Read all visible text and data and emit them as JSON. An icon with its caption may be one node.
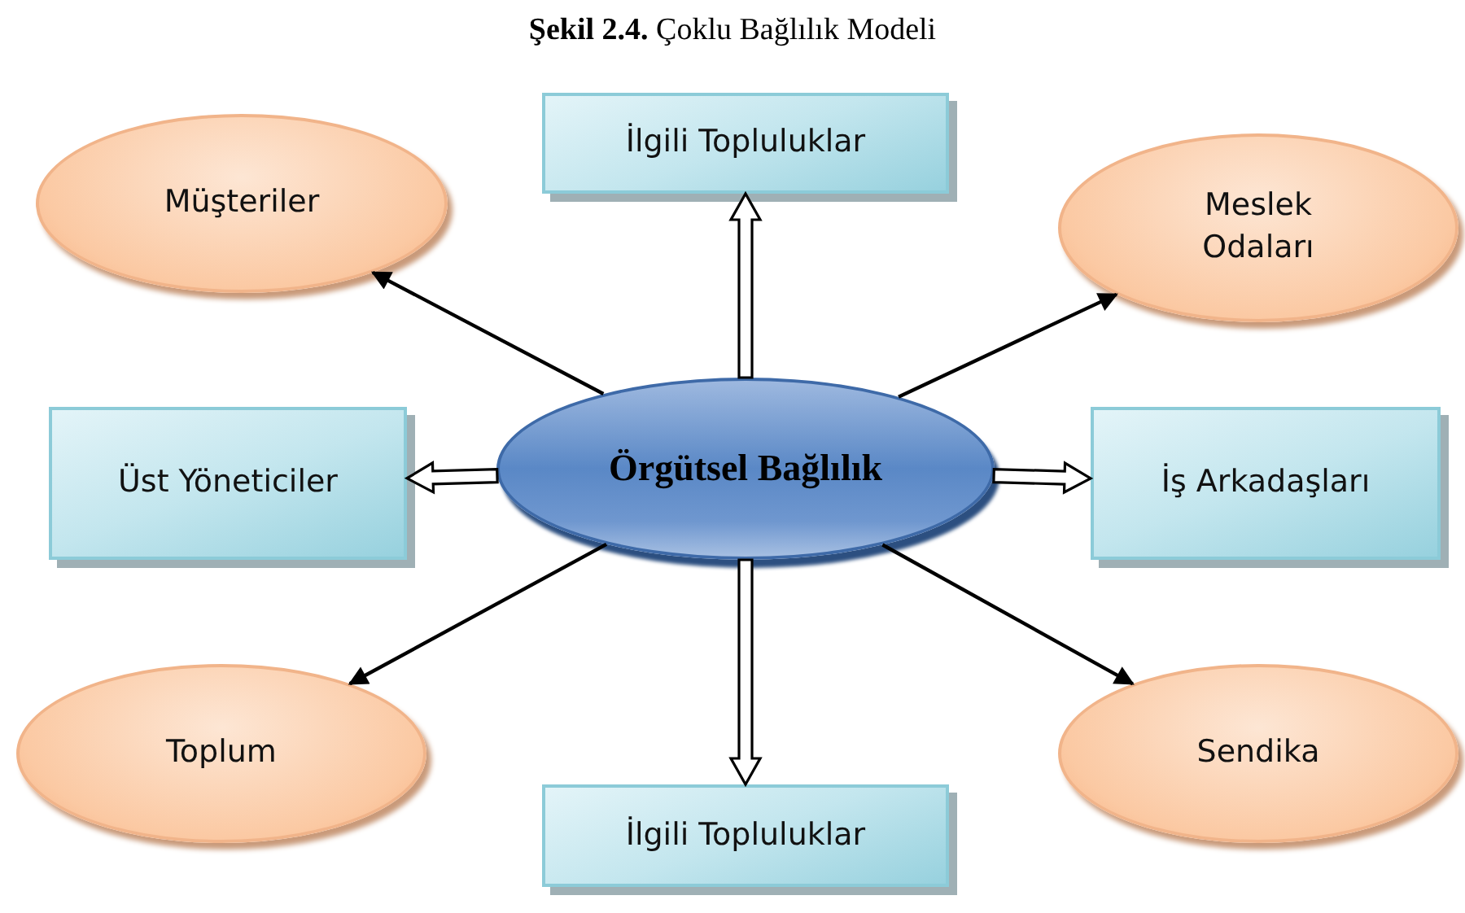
{
  "diagram": {
    "title": "**Şekil 2.4.** Çoklu Bağlılık Modeli",
    "nodes": [
      {
        "text": [
          "İlgili Topluluklar"
        ]
      },
      {
        "text": [
          "Müşteriler"
        ]
      },
      {
        "text": [
          "Meslek Odaları"
        ]
      },
      {
        "text": [
          "Üst Yöneticiler"
        ]
      },
      {
        "text": [
          "Örgütsel Bağlılık"
        ]
      },
      {
        "text": [
          "İş Arkadaşları"
        ]
      },
      {
        "text": [
          "Toplum"
        ]
      },
      {
        "text": [
          "Sendika"
        ]
      },
      {
        "text": [
          "İlgili Topluluklar"
        ]
      }
    ],
    "edges": [
      {
        "from": 4,
        "to": 0,
        "arrow": "to",
        "style": "thick"
      },
      {
        "from": 4,
        "to": 1,
        "arrow": "to"
      },
      {
        "from": 4,
        "to": 2,
        "arrow": "to"
      },
      {
        "from": 4,
        "to": 3,
        "arrow": "to",
        "style": "thick"
      },
      {
        "from": 4,
        "to": 5,
        "arrow": "to",
        "style": "thick"
      },
      {
        "from": 4,
        "to": 6,
        "arrow": "to"
      },
      {
        "from": 4,
        "to": 7,
        "arrow": "to"
      },
      {
        "from": 4,
        "to": 8,
        "arrow": "to",
        "style": "thick"
      }
    ]
  }
}
